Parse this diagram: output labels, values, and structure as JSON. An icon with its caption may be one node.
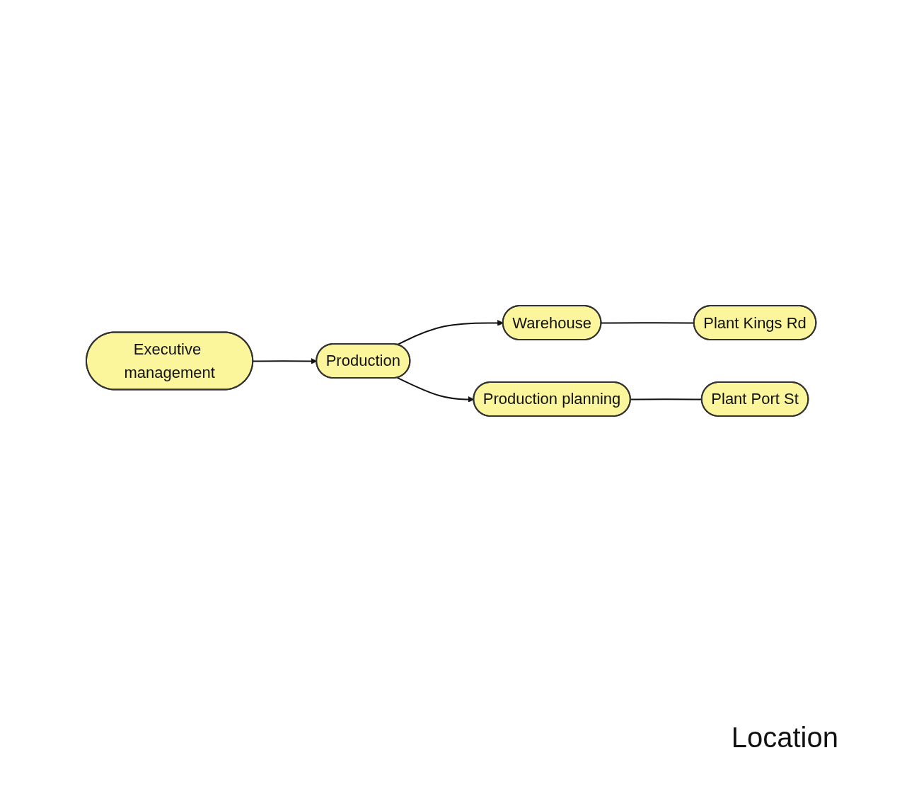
{
  "diagram": {
    "nodes": [
      {
        "text": [
          "Executive management"
        ]
      },
      {
        "text": [
          "Production"
        ]
      },
      {
        "text": [
          "Warehouse"
        ]
      },
      {
        "text": [
          "Plant Kings Rd"
        ]
      },
      {
        "text": [
          "Production planning"
        ]
      },
      {
        "text": [
          "Plant Port St"
        ]
      }
    ],
    "edges": [
      {
        "from": 0,
        "to": 1,
        "arrow": "to"
      },
      {
        "from": 1,
        "to": 2,
        "arrow": "to"
      },
      {
        "from": 1,
        "to": 4,
        "arrow": "to"
      },
      {
        "from": 2,
        "to": 3,
        "arrow": "none"
      },
      {
        "from": 4,
        "to": 5,
        "arrow": "none"
      }
    ],
    "labels": [
      "Location"
    ]
  }
}
